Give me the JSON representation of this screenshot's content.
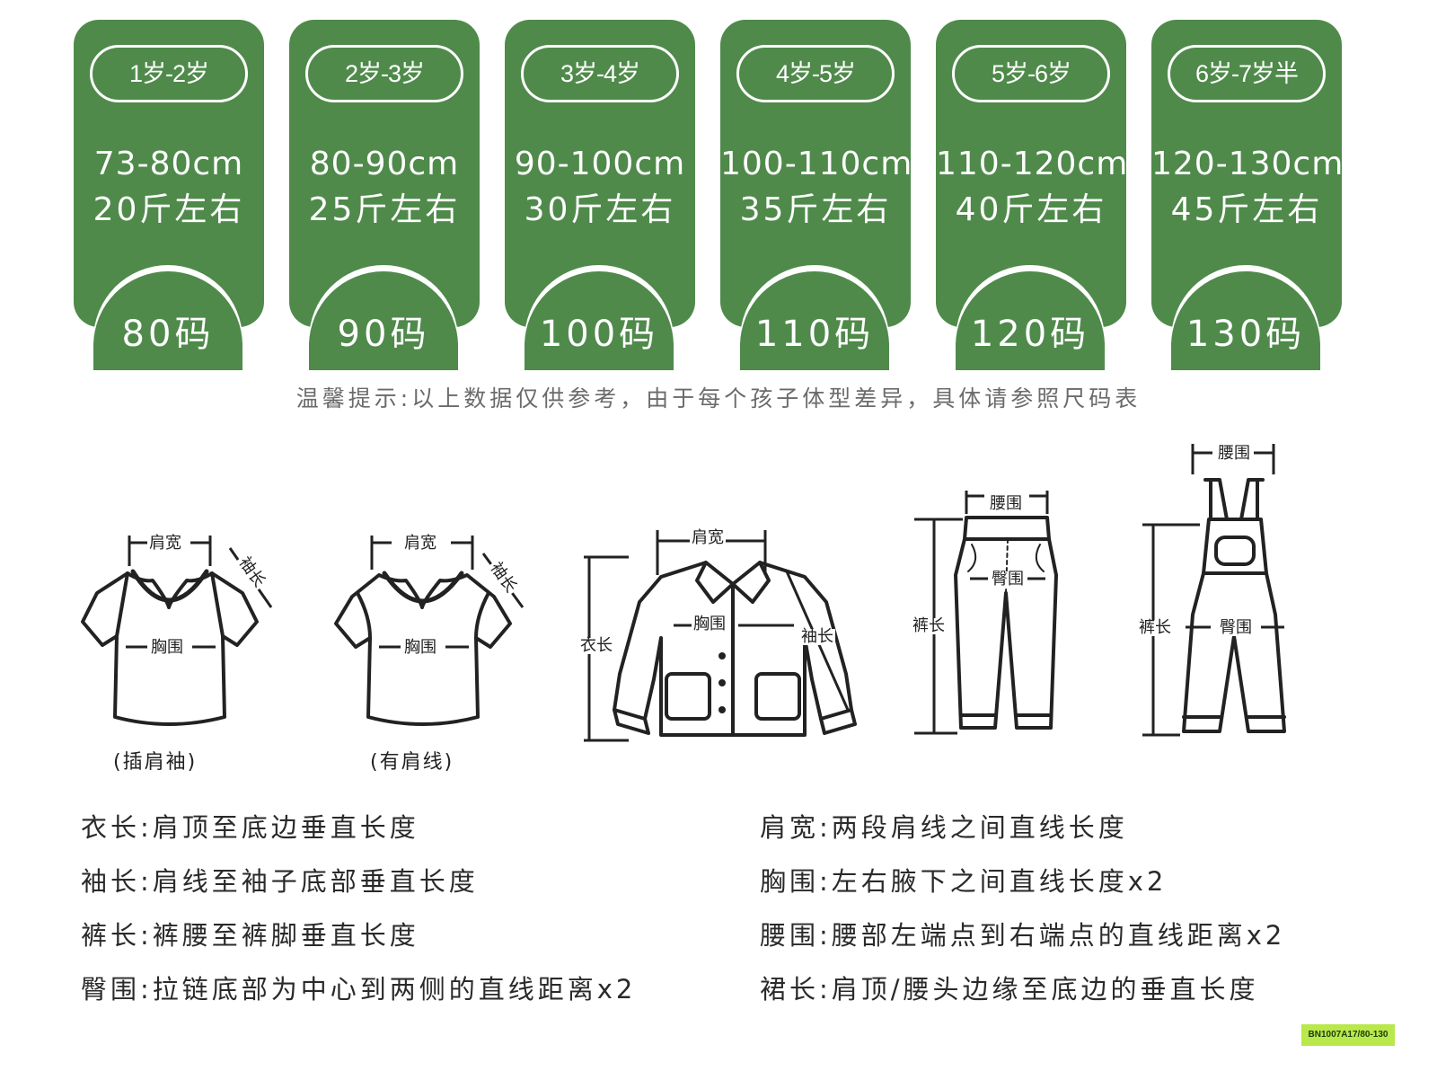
{
  "sizes": [
    {
      "age": "1岁-2岁",
      "height": "73-80cm",
      "weight": "20斤左右",
      "size": "80码"
    },
    {
      "age": "2岁-3岁",
      "height": "80-90cm",
      "weight": "25斤左右",
      "size": "90码"
    },
    {
      "age": "3岁-4岁",
      "height": "90-100cm",
      "weight": "30斤左右",
      "size": "100码"
    },
    {
      "age": "4岁-5岁",
      "height": "100-110cm",
      "weight": "35斤左右",
      "size": "110码"
    },
    {
      "age": "5岁-6岁",
      "height": "110-120cm",
      "weight": "40斤左右",
      "size": "120码"
    },
    {
      "age": "6岁-7岁半",
      "height": "120-130cm",
      "weight": "45斤左右",
      "size": "130码"
    }
  ],
  "tip": "温馨提示:以上数据仅供参考，由于每个孩子体型差异，具体请参照尺码表",
  "diagrams": {
    "raglan_tee": {
      "shoulder": "肩宽",
      "sleeve": "袖长",
      "chest": "胸围",
      "caption": "(插肩袖)"
    },
    "set_in_tee": {
      "shoulder": "肩宽",
      "sleeve": "袖长",
      "chest": "胸围",
      "caption": "(有肩线)"
    },
    "jacket": {
      "shoulder": "肩宽",
      "chest": "胸围",
      "length": "衣长",
      "sleeve": "袖长"
    },
    "pants": {
      "waist": "腰围",
      "hip": "臀围",
      "length": "裤长"
    },
    "overalls": {
      "waist": "腰围",
      "hip": "臀围",
      "length": "裤长"
    }
  },
  "definitions_left": [
    "衣长:肩顶至底边垂直长度",
    "袖长:肩线至袖子底部垂直长度",
    "裤长:裤腰至裤脚垂直长度",
    "臀围:拉链底部为中心到两侧的直线距离x2"
  ],
  "definitions_right": [
    "肩宽:两段肩线之间直线长度",
    "胸围:左右腋下之间直线长度x2",
    "腰围:腰部左端点到右端点的直线距离x2",
    "裙长:肩顶/腰头边缘至底边的垂直长度"
  ],
  "product_code": "BN1007A17/80-130",
  "colors": {
    "card_green": "#4f8a4b",
    "tag_green": "#b9e84a",
    "tip_gray": "#6b6b6b"
  }
}
